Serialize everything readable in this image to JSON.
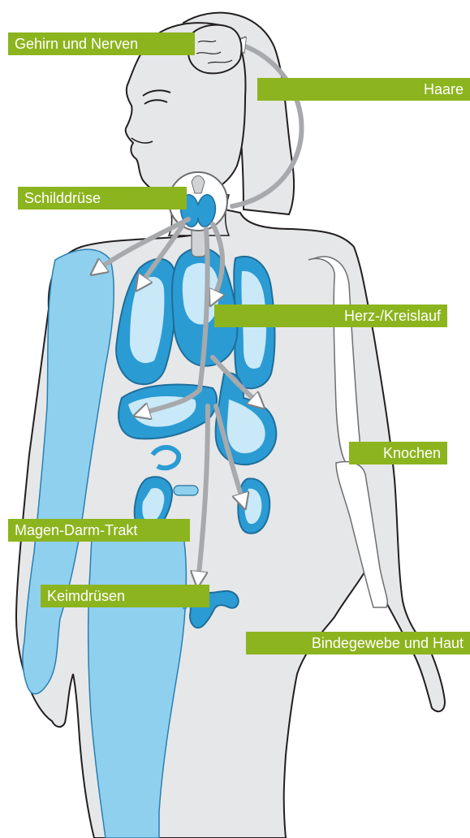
{
  "colors": {
    "label_green": "#8cb41e",
    "body_fill": "#e6e7e8",
    "body_stroke": "#231f20",
    "organ_blue": "#2b9bd3",
    "organ_light": "#c9e9f8",
    "muscle_blue": "#8fd0ef",
    "arrow_gray": "#a7a9ac"
  },
  "labels": {
    "gehirn": "Gehirn und Nerven",
    "haare": "Haare",
    "schilddruese": "Schilddrüse",
    "herz": "Herz-/Kreislauf",
    "knochen": "Knochen",
    "magen": "Magen-Darm-Trakt",
    "keim": "Keimdrüsen",
    "binde": "Bindegewebe und Haut"
  },
  "icons": {
    "figure": "female-body-illustration",
    "brain": "brain-icon",
    "thyroid": "thyroid-icon",
    "heart": "heart-icon",
    "lungs": "lungs-icon",
    "liver": "liver-icon",
    "stomach": "stomach-icon",
    "kidneys": "kidney-icon",
    "uterus": "uterus-icon",
    "arrows": "arrow-icon"
  }
}
